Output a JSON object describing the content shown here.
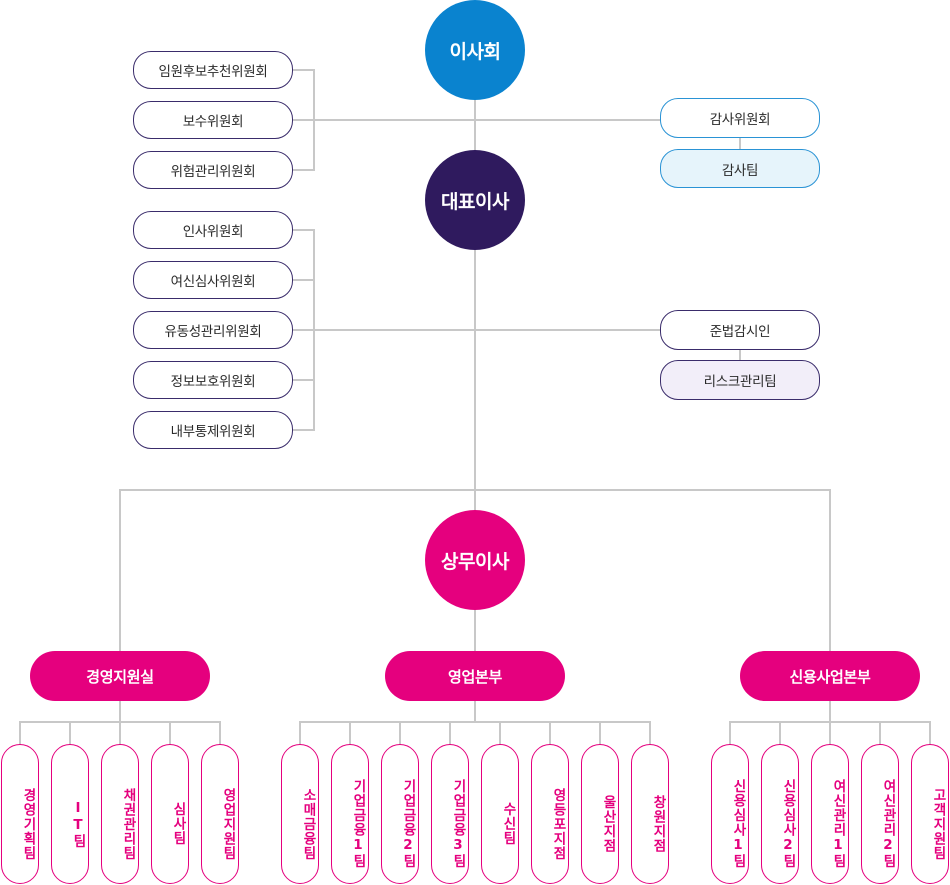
{
  "board": {
    "label": "이사회"
  },
  "ceo": {
    "label": "대표이사"
  },
  "managing_director": {
    "label": "상무이사"
  },
  "board_committees": [
    {
      "label": "임원후보추천위원회"
    },
    {
      "label": "보수위원회"
    },
    {
      "label": "위험관리위원회"
    }
  ],
  "ceo_committees": [
    {
      "label": "인사위원회"
    },
    {
      "label": "여신심사위원회"
    },
    {
      "label": "유동성관리위원회"
    },
    {
      "label": "정보보호위원회"
    },
    {
      "label": "내부통제위원회"
    }
  ],
  "audit": {
    "committee": "감사위원회",
    "team": "감사팀"
  },
  "compliance": {
    "officer": "준법감시인",
    "team": "리스크관리팀"
  },
  "divisions": [
    {
      "label": "경영지원실",
      "teams": [
        "경영기획팀",
        "IT팀",
        "채권관리팀",
        "심사팀",
        "영업지원팀"
      ]
    },
    {
      "label": "영업본부",
      "teams": [
        "소매금융팀",
        "기업금융1팀",
        "기업금융2팀",
        "기업금융3팀",
        "수신팀",
        "영등포지점",
        "울산지점",
        "창원지점"
      ]
    },
    {
      "label": "신용사업본부",
      "teams": [
        "신용심사1팀",
        "신용심사2팀",
        "여신관리1팀",
        "여신관리2팀",
        "고객지원팀"
      ]
    }
  ],
  "colors": {
    "board": "#0a83cf",
    "ceo": "#2f1a5e",
    "managing_director": "#e5007e",
    "connector": "#c8c8c8"
  }
}
